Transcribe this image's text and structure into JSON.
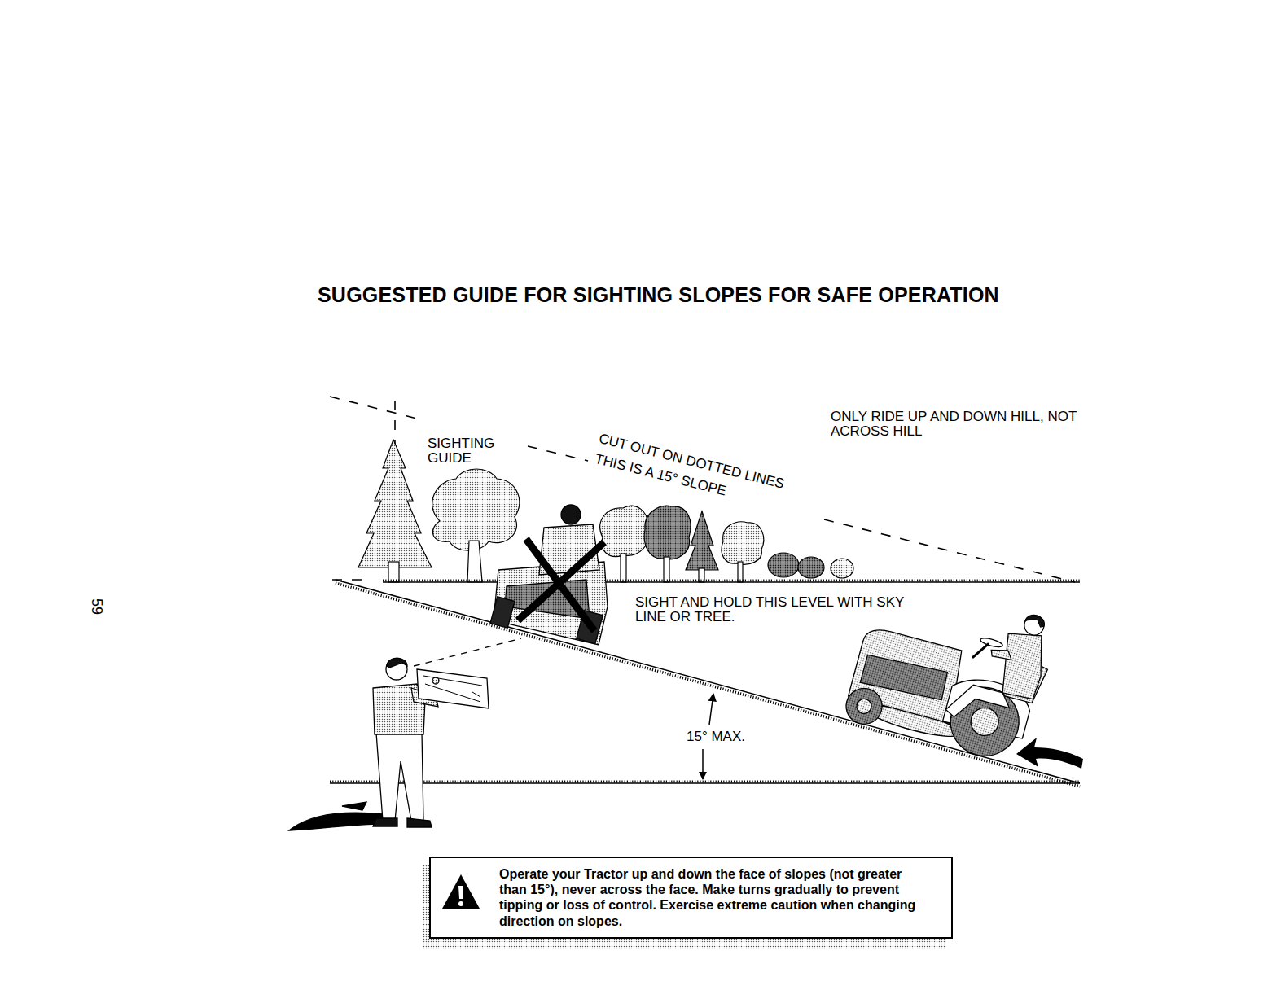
{
  "diagram": {
    "title": "SUGGESTED GUIDE FOR SIGHTING SLOPES FOR SAFE OPERATION",
    "nodes": [
      {
        "text": [
          "Operate your Tractor up and down the face of slopes (not greater than 15°), never across the face. Make turns gradually to prevent tipping or loss of control. Exercise extreme caution when changing direction on slopes."
        ]
      }
    ],
    "labels": [
      "SIGHTING GUIDE",
      "CUT OUT ON DOTTED LINES",
      "THIS IS A 15° SLOPE",
      "ONLY RIDE UP AND DOWN HILL, NOT ACROSS HILL",
      "SIGHT AND HOLD THIS LEVEL WITH SKY LINE OR TREE.",
      "15° MAX.",
      "59"
    ]
  }
}
